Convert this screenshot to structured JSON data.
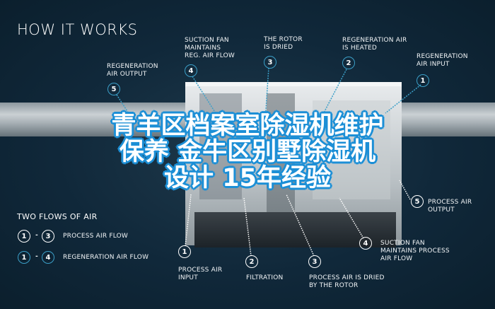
{
  "title": "HOW IT WORKS",
  "overlay_text": [
    "青羊区档案室除湿机维护",
    "保养 金牛区别墅除湿机",
    "设计 15年经验"
  ],
  "colors": {
    "background": "#10283a",
    "regeneration": "#3b9fc8",
    "process": "#ffffff",
    "overlay_outline": "#1c8fd6"
  },
  "regeneration_callouts": [
    {
      "num": "1",
      "text": "REGENERATION\nAIR INPUT"
    },
    {
      "num": "2",
      "text": "REGENERATION AIR\nIS HEATED"
    },
    {
      "num": "3",
      "text": "THE ROTOR\nIS DRIED"
    },
    {
      "num": "4",
      "text": "SUCTION FAN\nMAINTAINS\nREG. AIR FLOW"
    },
    {
      "num": "5",
      "text": "REGENERATION\nAIR OUTPUT"
    }
  ],
  "process_callouts": [
    {
      "num": "1",
      "text": "PROCESS AIR\nINPUT"
    },
    {
      "num": "2",
      "text": "FILTRATION"
    },
    {
      "num": "3",
      "text": "PROCESS AIR IS DRIED\nBY THE ROTOR"
    },
    {
      "num": "4",
      "text": "SUCTION FAN\nMAINTAINS PROCESS\nAIR FLOW"
    },
    {
      "num": "5",
      "text": "PROCESS AIR\nOUTPUT"
    }
  ],
  "legend": {
    "title": "TWO FLOWS OF AIR",
    "items": [
      {
        "from": "1",
        "to": "3",
        "sep": "-",
        "label": "PROCESS AIR FLOW",
        "type": "process"
      },
      {
        "from": "1",
        "to": "4",
        "sep": "-",
        "label": "REGENERATION AIR FLOW",
        "type": "regeneration"
      }
    ]
  }
}
